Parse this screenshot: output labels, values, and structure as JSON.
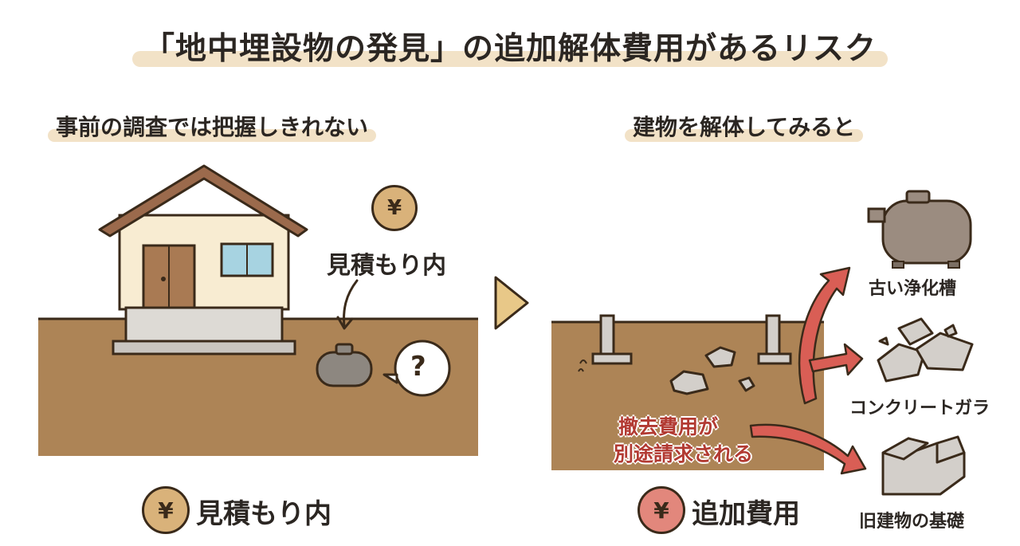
{
  "title": "「地中埋設物の発見」の追加解体費用があるリスク",
  "left_heading": "事前の調査では把握しきれない",
  "right_heading": "建物を解体してみると",
  "estimate_callout": "見積もり内",
  "question_mark": "?",
  "yen_symbol": "¥",
  "left_footer_label": "見積もり内",
  "right_footer_label": "追加費用",
  "removal_note_line1": "撤去費用が",
  "removal_note_line2": "別途請求される",
  "items": [
    {
      "label": "古い浄化槽",
      "icon": "septic-tank-icon"
    },
    {
      "label": "コンクリートガラ",
      "icon": "concrete-rubble-icon"
    },
    {
      "label": "旧建物の基礎",
      "icon": "old-foundation-icon"
    }
  ],
  "colors": {
    "soil": "#ad8456",
    "roof": "#9b6a4c",
    "wall": "#f8ecd2",
    "accent_red": "#d95e55",
    "coin_tan": "#d9b27a",
    "coin_red": "#e2877c",
    "highlight": "#f2e2c7"
  }
}
